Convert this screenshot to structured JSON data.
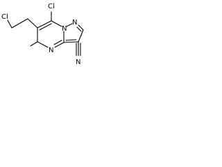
{
  "molecule": {
    "atoms": {
      "chloro_top": "Cl",
      "chloro_left": "Cl",
      "ring_n_bridge": "N",
      "ring_n_pyrazole": "N",
      "ring_n_bottom": "N",
      "methyl": "",
      "nitrile_n": "N"
    }
  },
  "colors": {
    "bond": "#000000",
    "label": "#000000",
    "background": "#ffffff"
  }
}
